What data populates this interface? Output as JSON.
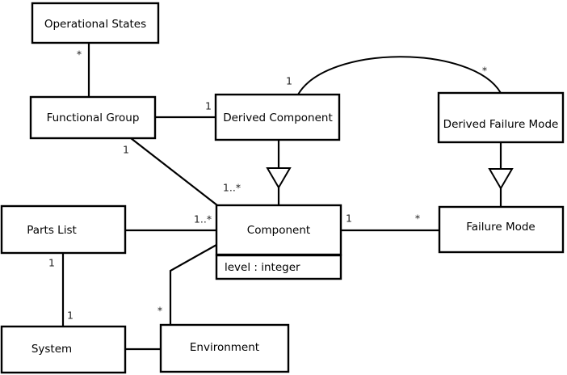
{
  "diagram": {
    "type": "uml-class-diagram",
    "background_color": "#ffffff",
    "line_color": "#000000",
    "classes": [
      {
        "id": "operational_states",
        "name": "Operational States",
        "attributes": []
      },
      {
        "id": "functional_group",
        "name": "Functional Group",
        "attributes": []
      },
      {
        "id": "derived_component",
        "name": "Derived Component",
        "attributes": []
      },
      {
        "id": "derived_failure_mode",
        "name": "Derived Failure Mode",
        "attributes": []
      },
      {
        "id": "parts_list",
        "name": "Parts List",
        "attributes": []
      },
      {
        "id": "component",
        "name": "Component",
        "attributes": [
          "level : integer"
        ]
      },
      {
        "id": "failure_mode",
        "name": "Failure Mode",
        "attributes": []
      },
      {
        "id": "system",
        "name": "System",
        "attributes": []
      },
      {
        "id": "environment",
        "name": "Environment",
        "attributes": []
      }
    ],
    "class_labels": {
      "operational_states": "Operational States",
      "functional_group": "Functional Group",
      "derived_component": "Derived Component",
      "derived_failure_mode": "Derived Failure Mode",
      "parts_list": "Parts List",
      "component": "Component",
      "component_attr_level": "level : integer",
      "failure_mode": "Failure Mode",
      "system": "System",
      "environment": "Environment"
    },
    "associations": [
      {
        "id": "opstates-funcgroup",
        "from": "operational_states",
        "to": "functional_group",
        "kind": "association",
        "from_multiplicity": "*",
        "to_multiplicity": ""
      },
      {
        "id": "funcgroup-derivedcomp",
        "from": "functional_group",
        "to": "derived_component",
        "kind": "association",
        "from_multiplicity": "",
        "to_multiplicity": "1"
      },
      {
        "id": "derivedcomp-derivedfm",
        "from": "derived_component",
        "to": "derived_failure_mode",
        "kind": "association-arc",
        "from_multiplicity": "1",
        "to_multiplicity": "*"
      },
      {
        "id": "funcgroup-component",
        "from": "functional_group",
        "to": "component",
        "kind": "association",
        "from_multiplicity": "1",
        "to_multiplicity": "1..*"
      },
      {
        "id": "partslist-component",
        "from": "parts_list",
        "to": "component",
        "kind": "association",
        "from_multiplicity": "1",
        "to_multiplicity": "1..*"
      },
      {
        "id": "component-failuremode",
        "from": "component",
        "to": "failure_mode",
        "kind": "association",
        "from_multiplicity": "1",
        "to_multiplicity": "*"
      },
      {
        "id": "component-environment",
        "from": "component",
        "to": "environment",
        "kind": "association",
        "from_multiplicity": "",
        "to_multiplicity": "*"
      },
      {
        "id": "partslist-system",
        "from": "parts_list",
        "to": "system",
        "kind": "association",
        "from_multiplicity": "1",
        "to_multiplicity": "1"
      },
      {
        "id": "system-environment",
        "from": "system",
        "to": "environment",
        "kind": "association",
        "from_multiplicity": "",
        "to_multiplicity": ""
      },
      {
        "id": "derivedcomp-component-gen",
        "from": "derived_component",
        "to": "component",
        "kind": "generalization",
        "from_multiplicity": "",
        "to_multiplicity": ""
      },
      {
        "id": "derivedfm-failuremode-gen",
        "from": "derived_failure_mode",
        "to": "failure_mode",
        "kind": "generalization",
        "from_multiplicity": "",
        "to_multiplicity": ""
      }
    ],
    "multiplicity_labels": {
      "opstates_to_funcgroup": "*",
      "funcgroup_to_derivedcomp": "1",
      "derivedcomp_arc_near": "1",
      "derivedfm_arc_near": "*",
      "funcgroup_diag_near": "1",
      "component_diag_near": "1..*",
      "partslist_near": "1",
      "component_from_partslist": "1..*",
      "component_to_failuremode": "1",
      "failuremode_near": "*",
      "partslist_to_system": "1",
      "system_to_partslist": "1",
      "environment_near": "*"
    }
  }
}
